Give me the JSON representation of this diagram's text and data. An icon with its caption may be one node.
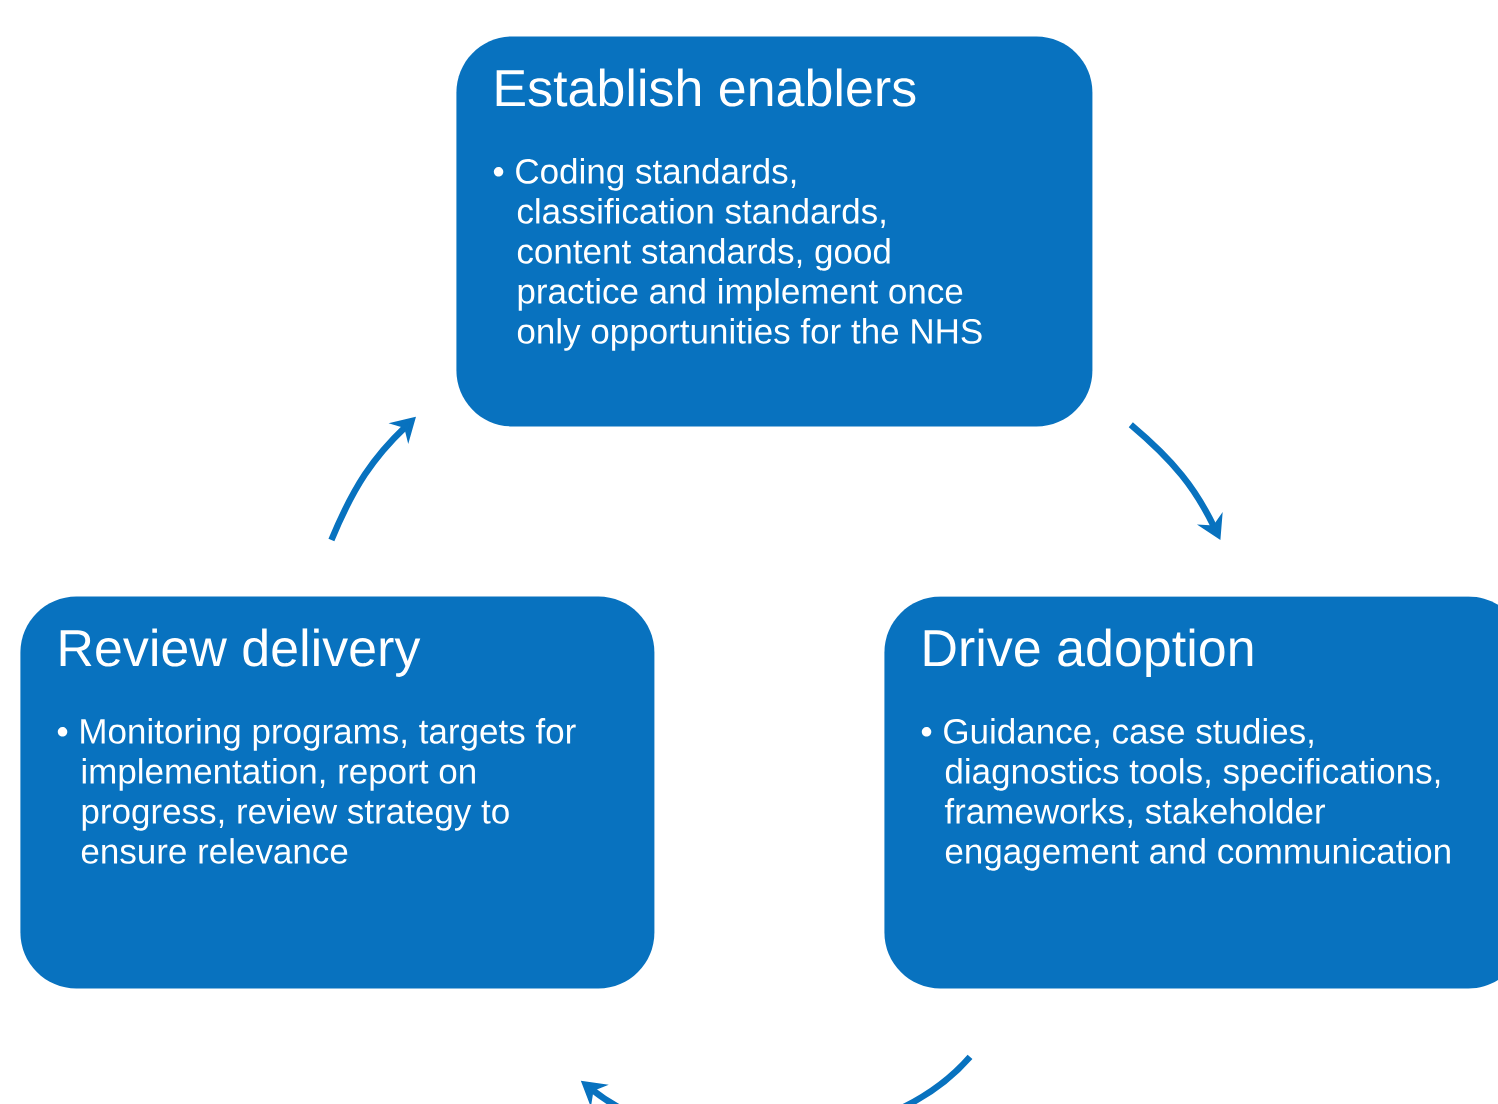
{
  "diagram": {
    "nodes": [
      {
        "text": [
          "Establish enablers",
          "• Coding standards, classification standards, content standards, good practice and implement once only opportunities for the NHS"
        ]
      },
      {
        "text": [
          "Drive adoption",
          "• Guidance, case studies, diagnostics tools, specifications, frameworks, stakeholder engagement and communication"
        ]
      },
      {
        "text": [
          "Review delivery",
          "• Monitoring programs, targets for implementation, report on progress, review strategy to ensure relevance"
        ]
      }
    ],
    "edges": [
      {
        "from": 2,
        "to": 0,
        "arrow": "to"
      },
      {
        "from": 0,
        "to": 1,
        "arrow": "to"
      },
      {
        "from": 1,
        "to": 2,
        "arrow": "to"
      }
    ]
  }
}
